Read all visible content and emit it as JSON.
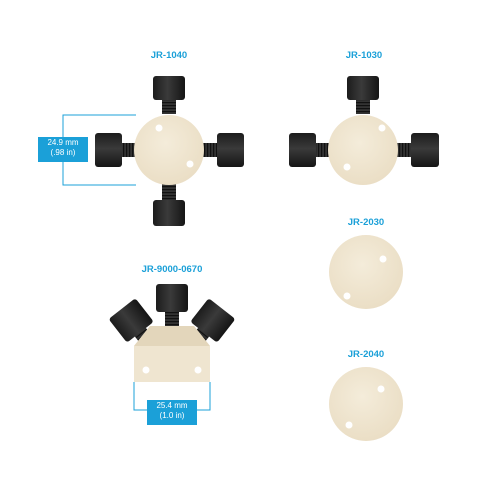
{
  "products": [
    {
      "id": "jr1040",
      "label": "JR-1040"
    },
    {
      "id": "jr1030",
      "label": "JR-1030"
    },
    {
      "id": "jr2030",
      "label": "JR-2030"
    },
    {
      "id": "jr9000",
      "label": "JR-9000-0670"
    },
    {
      "id": "jr2040",
      "label": "JR-2040"
    }
  ],
  "dimensions": {
    "jr1040": {
      "mm": "24.9 mm",
      "in": "(.98 in)"
    },
    "jr9000": {
      "mm": "25.4 mm",
      "in": "(1.0 in)"
    }
  },
  "colors": {
    "accent": "#1ba0d8",
    "body": "#efe5d0",
    "fitting": "#2a2a2a"
  }
}
